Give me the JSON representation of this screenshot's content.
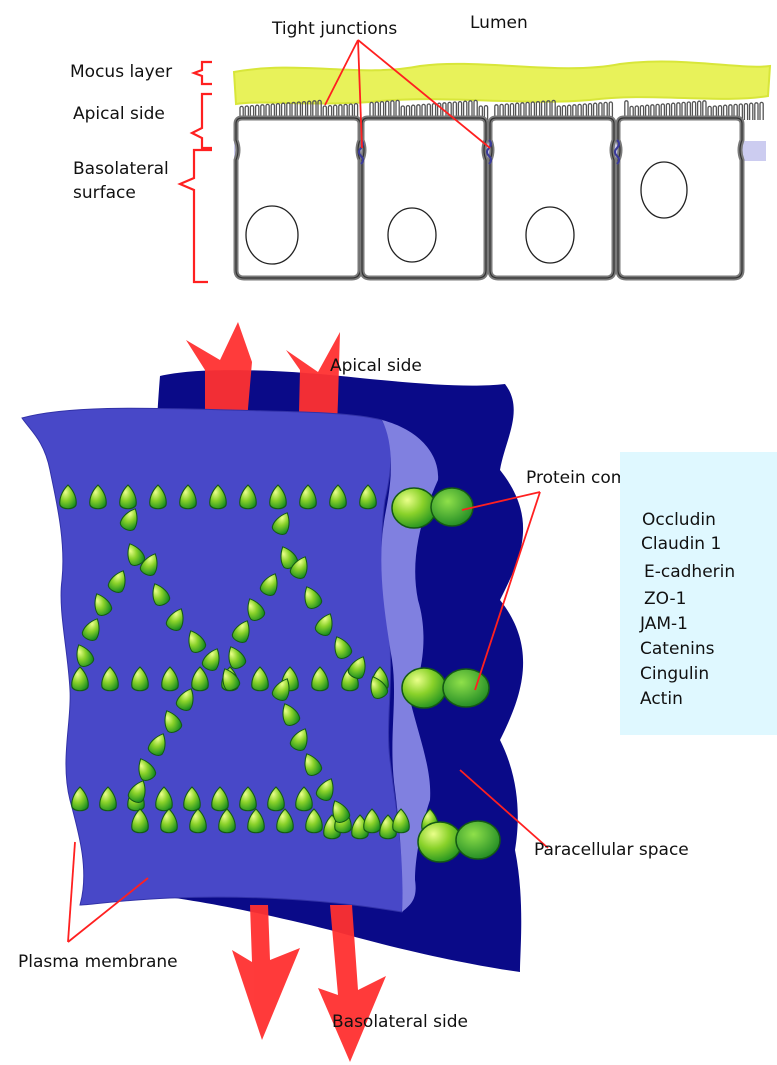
{
  "top_diagram": {
    "labels": {
      "lumen": "Lumen",
      "tight_junctions": "Tight junctions",
      "mucus_layer": "Mocus layer",
      "apical_side": "Apical side",
      "basolateral_surface_line1": "Basolateral",
      "basolateral_surface_line2": "surface"
    }
  },
  "bottom_diagram": {
    "labels": {
      "apical_side": "Apical side",
      "protein_complex": "Protein complex",
      "paracellular_space": "Paracellular space",
      "plasma_membrane": "Plasma membrane",
      "basolateral_side": "Basolateral side"
    },
    "protein_list": [
      "Occludin",
      "Claudin 1",
      "E-cadherin",
      "ZO-1",
      "JAM-1",
      "Catenins",
      "Cingulin",
      "Actin"
    ]
  },
  "colors": {
    "mucus": "#e8f25a",
    "cell_fill": "#ffffff",
    "cell_outline": "#777777",
    "junction_band": "#ccccf0",
    "bracket_red": "#ff2020",
    "membrane_front": "#4848c8",
    "membrane_back": "#0a0a88",
    "membrane_edge": "#8080e0",
    "arrow_red": "#ff3a3a",
    "protein_green": "#7ccf20",
    "protein_box_bg": "#dff8ff"
  }
}
